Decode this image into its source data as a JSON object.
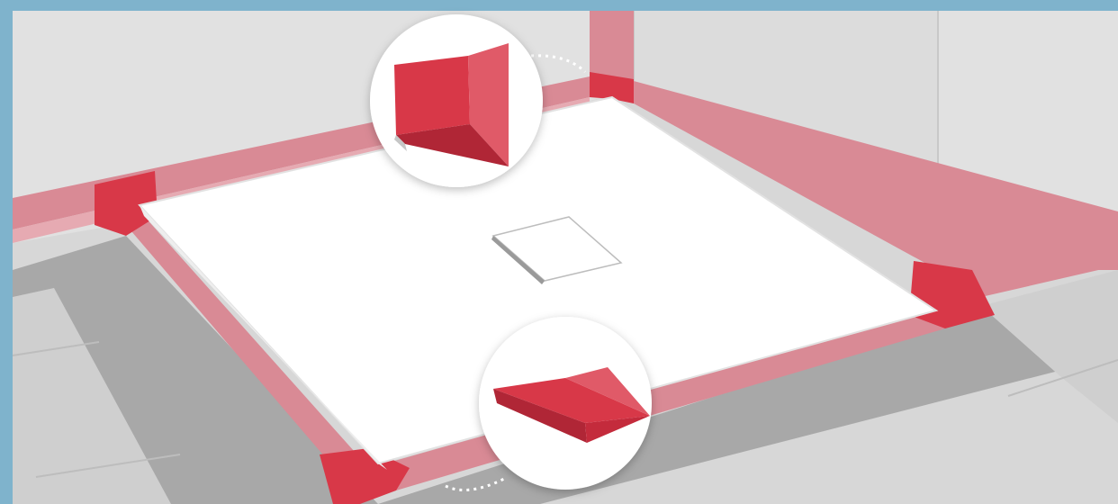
{
  "scene": {
    "subject": "shower-tray-sealing-illustration",
    "colors": {
      "frame": "#7fb3cc",
      "wall_light": "#e2e2e2",
      "wall_mid": "#d9d9d9",
      "floor": "#d6d6d6",
      "screed": "#a9a9a9",
      "tray": "#ffffff",
      "seal_tape": "#d98a95",
      "seal_corner": "#d83848",
      "circle_bg": "#ffffff"
    },
    "details": [
      {
        "id": "inner-corner",
        "icon": "inner-corner-piece-icon"
      },
      {
        "id": "outer-corner",
        "icon": "outer-corner-piece-icon"
      }
    ]
  }
}
